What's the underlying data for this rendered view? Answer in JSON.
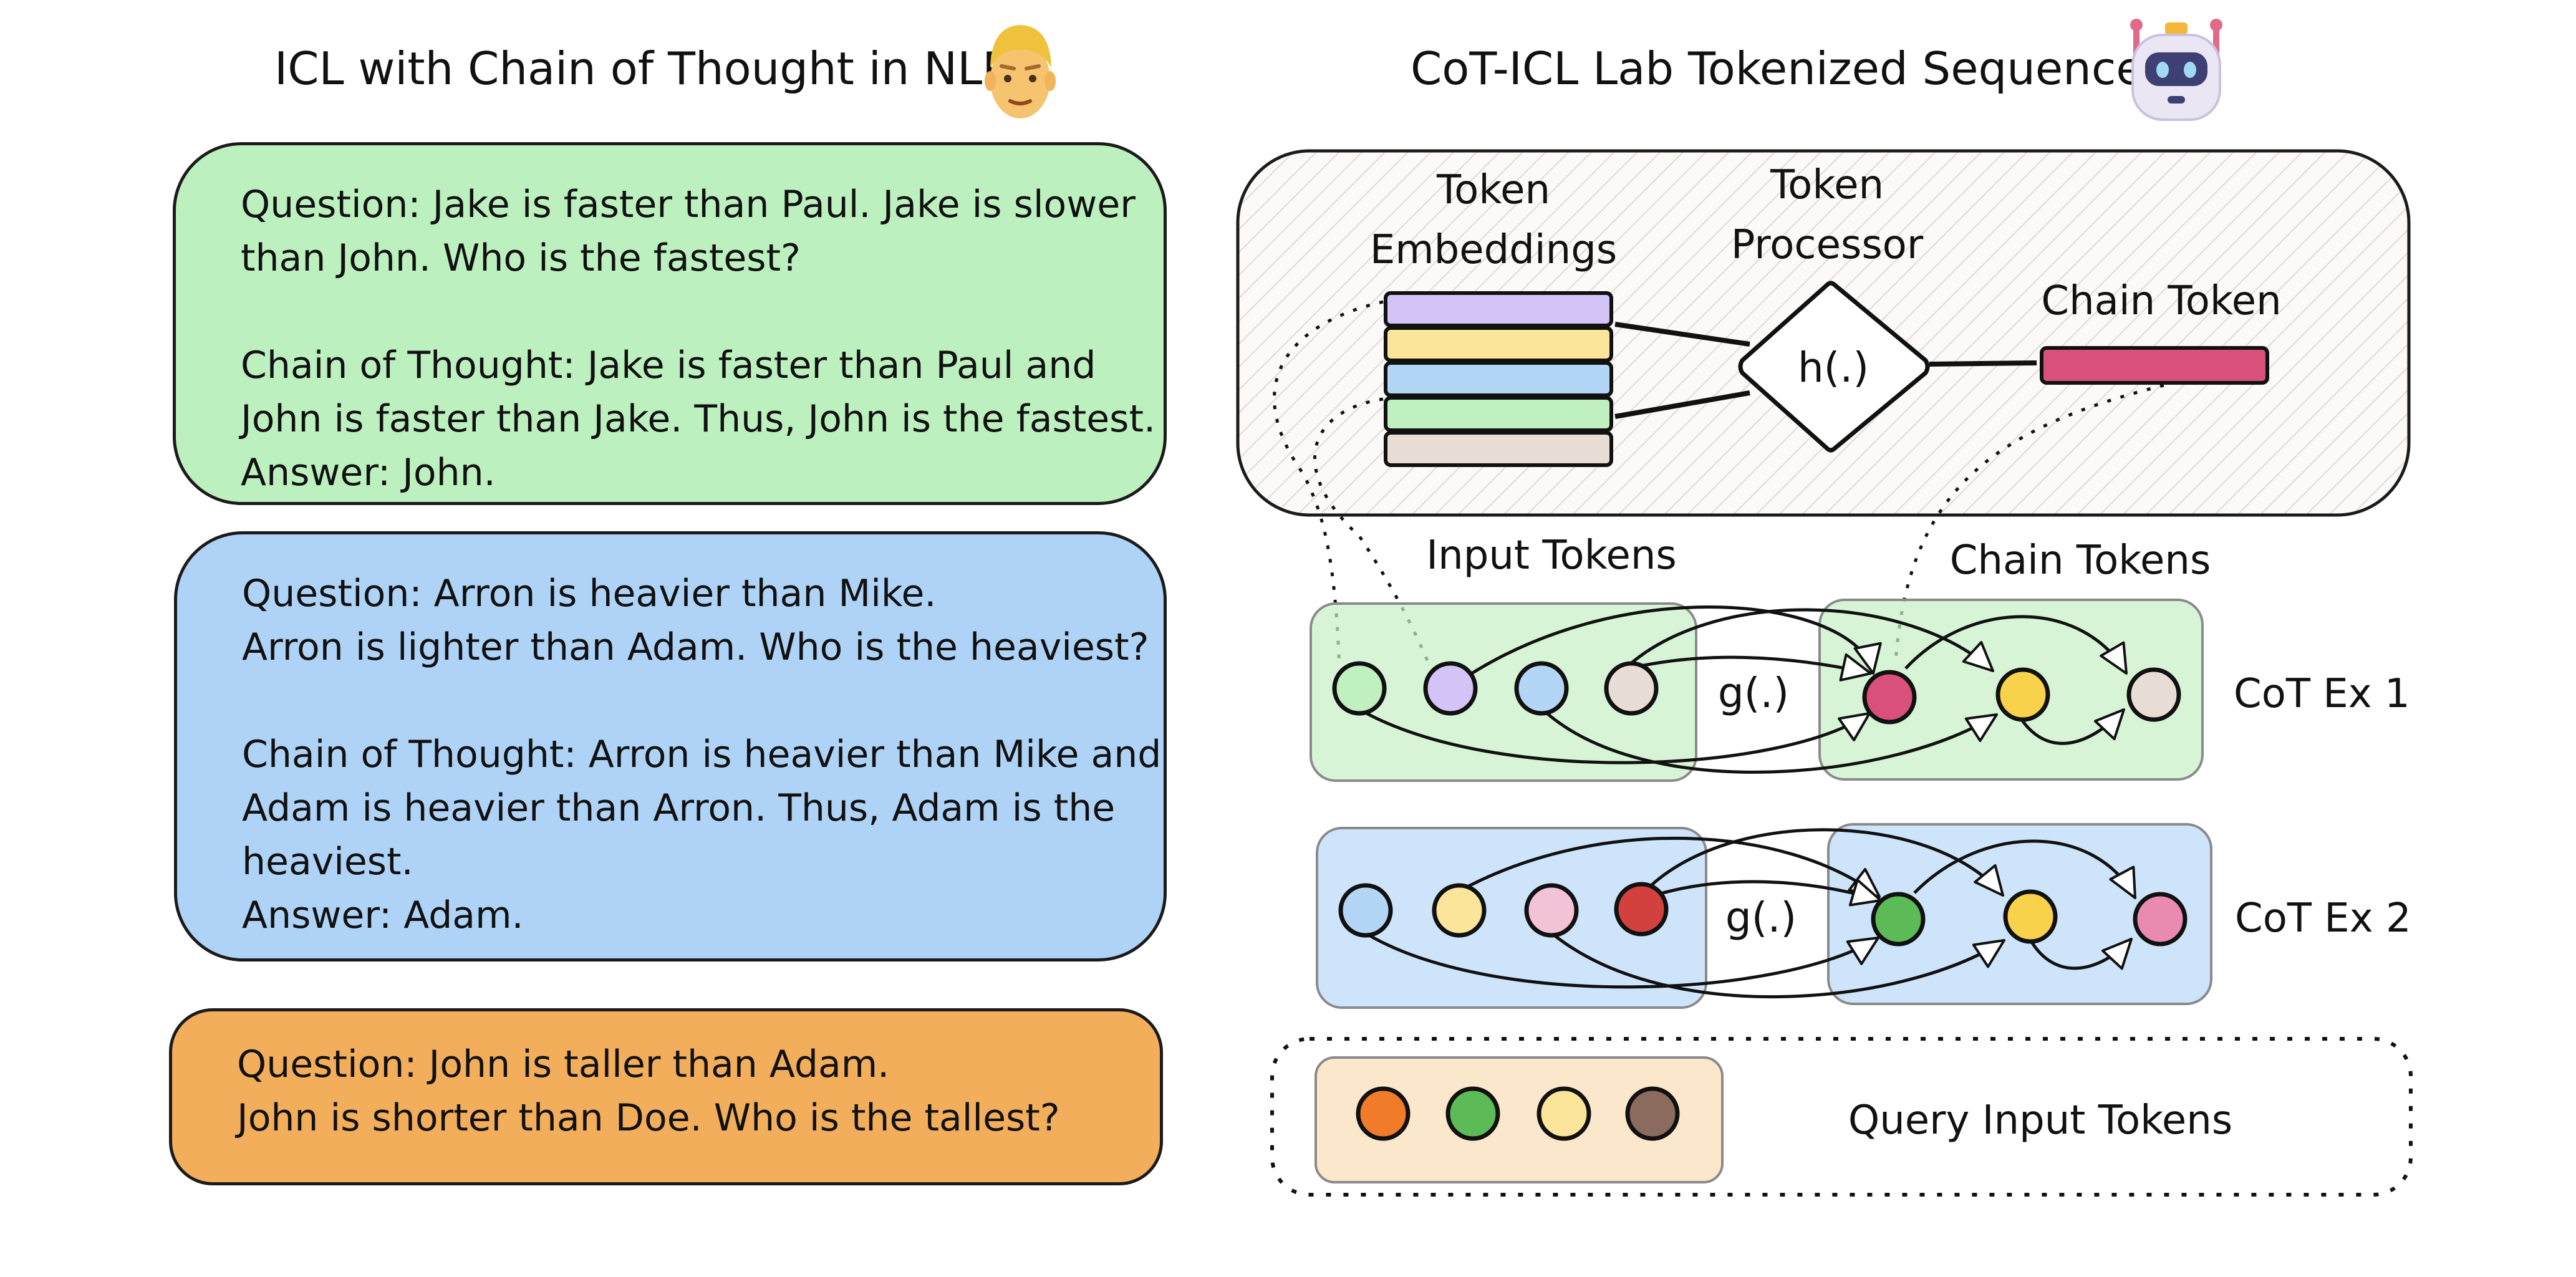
{
  "left_panel": {
    "title": "ICL with Chain of Thought in NLP",
    "example1": {
      "question_line1": "Question: Jake is faster than Paul. Jake is slower",
      "question_line2": "than John. Who is the fastest?",
      "cot_line1": "Chain of Thought: Jake is faster than Paul and",
      "cot_line2": "John is faster than Jake. Thus, John is the fastest.",
      "answer": "Answer: John."
    },
    "example2": {
      "question_line1": "Question:  Arron is heavier than Mike.",
      "question_line2": "Arron is lighter than Adam. Who is the heaviest?",
      "cot_line1": "Chain of Thought: Arron is heavier than Mike and",
      "cot_line2": "Adam is heavier than Arron. Thus, Adam is the",
      "cot_line3": "heaviest.",
      "answer": "Answer: Adam."
    },
    "query": {
      "question_line1": "Question: John is taller than Adam.",
      "question_line2": "John is shorter than Doe. Who is the tallest?"
    }
  },
  "right_panel": {
    "title": "CoT-ICL Lab Tokenized Sequences",
    "token_embeddings_line1": "Token",
    "token_embeddings_line2": "Embeddings",
    "token_processor_line1": "Token",
    "token_processor_line2": "Processor",
    "processor_fn": "h(.)",
    "chain_token_label": "Chain Token",
    "input_tokens_label": "Input Tokens",
    "chain_tokens_label": "Chain Tokens",
    "g_fn_1": "g(.)",
    "g_fn_2": "g(.)",
    "cot_ex1_label": "CoT Ex 1",
    "cot_ex2_label": "CoT Ex 2",
    "query_label": "Query Input Tokens"
  },
  "colors": {
    "green_card": "#bdf0bf",
    "blue_card": "#afd3f7",
    "orange_card": "#f2ae5b",
    "token_purple": "#d3c3f6",
    "token_yellow": "#fbe59a",
    "token_blue": "#b3d6f7",
    "token_green": "#c0efc0",
    "token_beige": "#e8ddd4",
    "chain_token": "#d9507a",
    "node_red": "#d3413f",
    "node_green": "#5cba57",
    "node_pink": "#f2c2d6",
    "node_orange": "#f07b28",
    "node_brown": "#8a6b5e"
  },
  "icons": {
    "left": "man-face-emoji",
    "right": "robot-icon"
  }
}
